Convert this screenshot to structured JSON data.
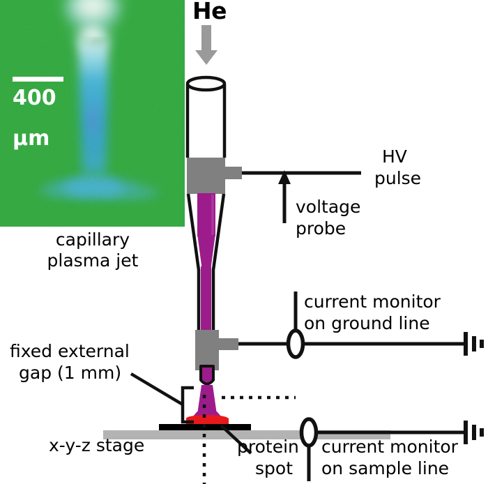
{
  "figure": {
    "title": "capillary plasma jet schematic",
    "background": "#ffffff"
  },
  "colors": {
    "plasma_magenta": "#9C1C8C",
    "electrode_gray": "#808080",
    "arrow_gray": "#9A9A9A",
    "stage_gray": "#B3B3B3",
    "substrate_black": "#000000",
    "protein_red": "#E8191C",
    "inset_green": "#2DA83A",
    "inset_blue": "#3AA8DC",
    "line_black": "#1A1A1A"
  },
  "inset": {
    "name": "capillary plasma jet photograph",
    "scalebar_value": "400",
    "scalebar_unit": "μm",
    "caption_line1": "capillary",
    "caption_line2": "plasma jet"
  },
  "labels": {
    "gas": "He",
    "hv_line1": "HV",
    "hv_line2": "pulse",
    "probe_line1": "voltage",
    "probe_line2": "probe",
    "monitor_ground_line1": "current monitor",
    "monitor_ground_line2": "on ground line",
    "monitor_sample_line1": "current monitor",
    "monitor_sample_line2": "on sample line",
    "gap_line1": "fixed external",
    "gap_line2": "gap (1 mm)",
    "stage": "x-y-z stage",
    "protein_line1": "protein",
    "protein_line2": "spot"
  },
  "components": {
    "gas_arrow": "downward gray arrow",
    "capillary_tube": "open glass capillary",
    "upper_electrode": "gray powered electrode block",
    "lower_electrode": "gray grounded electrode block",
    "plasma_column": "magenta plasma channel",
    "plasma_plume": "magenta external plume",
    "protein_spot": "red protein sample spot",
    "substrate": "black substrate slide",
    "stage": "gray x-y-z translation stage",
    "current_monitor_ground": "toroidal current monitor on ground line",
    "current_monitor_sample": "toroidal current monitor on sample line",
    "ground_symbol_upper": "earth ground symbol",
    "ground_symbol_lower": "earth ground symbol",
    "voltage_probe_arrow": "upward arrow to HV line",
    "gap_bracket": "bracket marking 1 mm gap",
    "centerline": "vertical dotted axis",
    "gap_dotted_guide": "horizontal dotted reference"
  }
}
